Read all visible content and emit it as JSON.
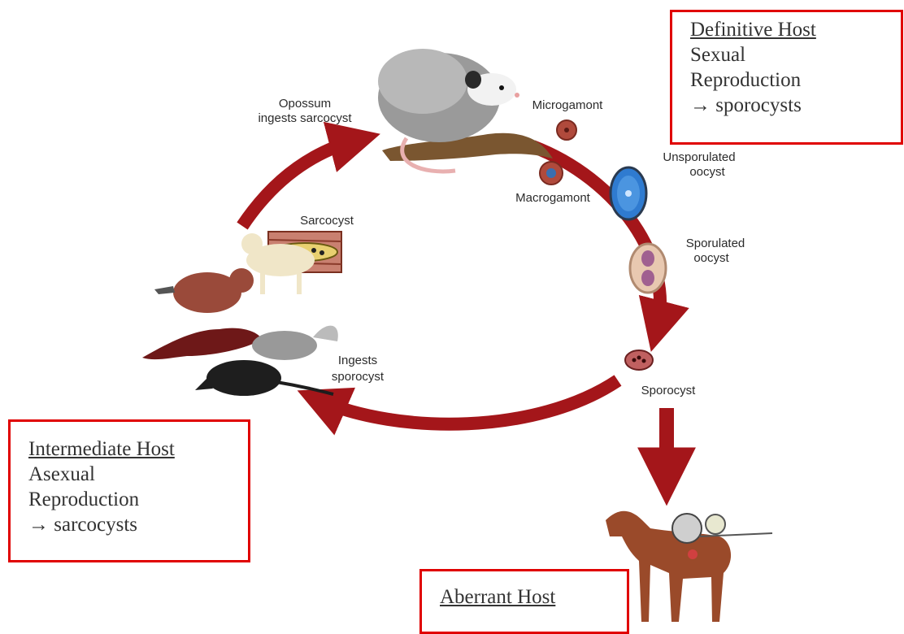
{
  "colors": {
    "arrow": "#a4161a",
    "box_border": "#e00000",
    "text": "#2b2b2b"
  },
  "labels": {
    "opossum_ingests": [
      "Opossum",
      "ingests sarcocyst"
    ],
    "microgamont": "Microgamont",
    "macrogamont": "Macrogamont",
    "unsporulated": [
      "Unsporulated",
      "oocyst"
    ],
    "sporulated": [
      "Sporulated",
      "oocyst"
    ],
    "sporocyst": "Sporocyst",
    "sarcocyst": "Sarcocyst",
    "ingests_sporocyst": [
      "Ingests",
      "sporocyst"
    ]
  },
  "boxes": {
    "definitive": {
      "title": "Definitive Host",
      "lines": [
        "Sexual",
        "Reproduction",
        "→ sporocysts"
      ]
    },
    "intermediate": {
      "title": "Intermediate Host",
      "lines": [
        "Asexual",
        "Reproduction",
        "→ sarcocysts"
      ]
    },
    "aberrant": {
      "title": "Aberrant Host"
    }
  },
  "icons": [
    "opossum-icon",
    "raccoon-icon",
    "cat-icon",
    "otter-icon",
    "skunk-icon",
    "armadillo-icon",
    "horse-icon",
    "muscle-tissue-icon",
    "organism-icon"
  ]
}
